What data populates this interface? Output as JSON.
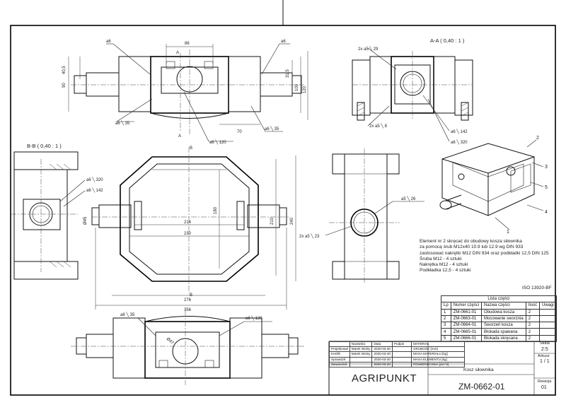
{
  "sections": {
    "aa": "A-A  ( 0,40 : 1 )",
    "bb": "B-B  ( 0,40 : 1 )",
    "cut_a": "A",
    "cut_b": "B"
  },
  "dims": {
    "w86": "86",
    "h40_5": "40,5",
    "h90": "90",
    "h31_5": "31,5",
    "h100": "100",
    "h120": "120",
    "w70": "70",
    "w180": "180",
    "w214": "214",
    "w230": "230",
    "w210": "210",
    "w240": "240",
    "w276": "276",
    "w356": "356",
    "d45": "Ø45",
    "d47": "Ø47"
  },
  "welds": {
    "a6_1": "a6",
    "a6_35_1": "a6 ╲ 35",
    "a6_120_1": "a6 ╲ 120",
    "a6_35_2": "a6 ╲ 35",
    "a5_29": "2x a5 ╲ 29",
    "a5_8": "2x a5 ╲ 8",
    "a6_142_1": "a6 ╲ 142",
    "a6_320_1": "a6 ╲ 320",
    "a6_320_2": "a6 ╲ 320",
    "a6_142_2": "a6 ╲ 142",
    "a5_26": "a5 ╲ 26",
    "a5_23": "2x a5 ╲ 23",
    "a6_35_3": "a6 ╲ 35",
    "a6_120_2": "a6 ╲ 120"
  },
  "callouts": [
    "1",
    "2",
    "3",
    "4",
    "5"
  ],
  "note": "Element nr 2 skręcać do obudowy kosza siłownika\nza pomocą śrub M12x40 10.9 lub 12.9 wg DIN 933\nzastosować nakrętki M12 DIN 934 oraz podkładki 12,5 DIN 125\nŚruba M12 - 4 sztuki\nNakrętka M12 - 4 sztuki\nPodkładka 12,5 - 4 sztuki",
  "iso": "ISO 13920-BF",
  "parts": {
    "title": "Lista części",
    "headers": [
      "Lp",
      "Numer części",
      "Nazwa części",
      "Ilość",
      "Uwagi"
    ],
    "rows": [
      [
        "1",
        "ZM-0661-01",
        "Obudowa kosza",
        "2",
        ""
      ],
      [
        "2",
        "ZM-0663-01",
        "Mocowanie sworznia",
        "2",
        ""
      ],
      [
        "3",
        "ZM-0664-01",
        "Sworzeń kosza",
        "2",
        ""
      ],
      [
        "4",
        "ZM-0665-01",
        "Blokada spawana",
        "2",
        ""
      ],
      [
        "5",
        "ZM-0666-01",
        "Blokada skręcana",
        "2",
        ""
      ]
    ]
  },
  "titleblock": {
    "headers": [
      "",
      "Nazwisko",
      "Data",
      "Podpis"
    ],
    "rows": [
      [
        "Projektował",
        "Marek Wolny",
        "2020-03-20",
        ""
      ],
      [
        "Kreślił",
        "Marek Wolny",
        "2020-03-20",
        ""
      ],
      [
        "Sprawdził",
        "",
        "2020-03-20",
        ""
      ],
      [
        "Zatwierdził",
        "",
        "2020-03-20",
        ""
      ]
    ],
    "props": [
      "MATERIAŁ",
      "GRUBOŚĆ [mm]",
      "MASA MATERIAŁU [kg]",
      "MASA ELEMENTU [kg]",
      "POWIERZCHNIA [dm^2]"
    ],
    "brand": "AGRIPUNKT",
    "drawing_name": "Kosz siłownika",
    "drawing_no": "ZM-0662-01",
    "scale_label": "Skala",
    "scale": "2:5",
    "sheet_label": "Arkusz",
    "sheet": "1 / 1",
    "rev_label": "Rewizja",
    "rev": "01"
  }
}
